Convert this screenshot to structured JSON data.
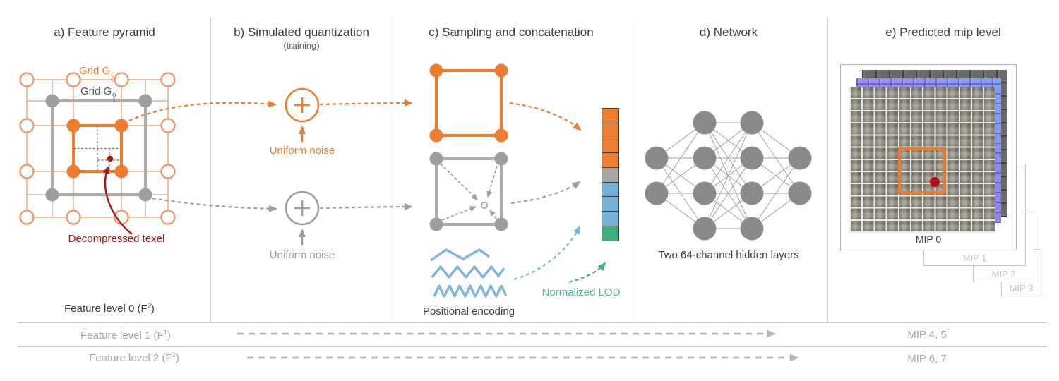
{
  "panels": {
    "a": {
      "title": "a) Feature pyramid",
      "grid0_label": {
        "prefix": "Grid G",
        "sup": "0",
        "sub": "0"
      },
      "grid1_label": {
        "prefix": "Grid G",
        "sup": "0",
        "sub": "1"
      },
      "texel_label": "Decompressed texel",
      "feature_level_label": {
        "prefix": "Feature level 0 (F",
        "sup": "0",
        "suffix": ")"
      }
    },
    "b": {
      "title": "b) Simulated quantization",
      "subtitle": "(training)",
      "noise_label_grid0": "Uniform noise",
      "noise_label_grid1": "Uniform noise"
    },
    "c": {
      "title": "c) Sampling and concatenation",
      "positional_encoding_label": "Positional encoding",
      "normalized_lod_label": "Normalized LOD",
      "concat_column": {
        "cells": [
          "orange",
          "orange",
          "orange",
          "orange",
          "gray",
          "blue",
          "blue",
          "blue",
          "green"
        ]
      }
    },
    "d": {
      "title": "d) Network",
      "caption": "Two 64-channel hidden layers",
      "layers": [
        2,
        4,
        4,
        2
      ]
    },
    "e": {
      "title": "e) Predicted mip level",
      "mip0_label": "MIP 0",
      "mip1_label": "MIP 1",
      "mip2_label": "MIP 2",
      "mip3_label": "MIP 3"
    }
  },
  "bottom_rows": {
    "row1": {
      "label": {
        "prefix": "Feature level 1 (F",
        "sup": "1",
        "suffix": ")"
      },
      "mips": "MIP 4, 5"
    },
    "row2": {
      "label": {
        "prefix": "Feature level 2 (F",
        "sup": "2",
        "suffix": ")"
      },
      "mips": "MIP 6, 7"
    }
  },
  "colors": {
    "orange": "#ED7D31",
    "light_orange": "#F3A87D",
    "gray": "#A6A6A6",
    "blue": "#74B2D8",
    "green": "#3BAE7C",
    "red": "#B11212",
    "node_gray": "#8A8A8A",
    "text_dark": "#3D3D3D",
    "text_gray": "#A6A6A6"
  }
}
